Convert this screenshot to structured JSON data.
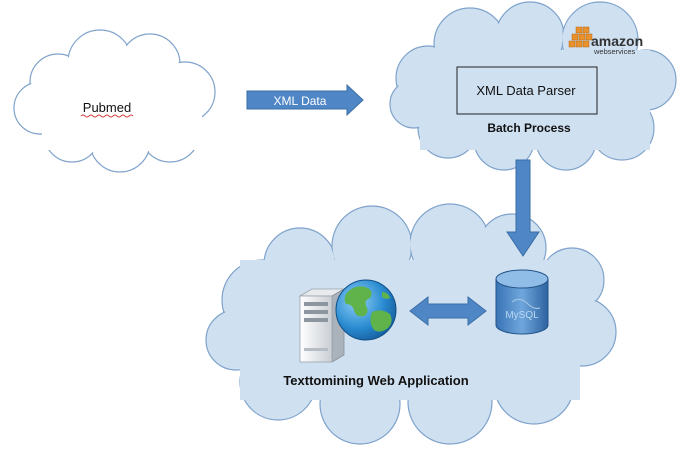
{
  "nodes": {
    "pubmed": {
      "label": "Pubmed"
    },
    "aws": {
      "logo_word": "amazon",
      "logo_sub": "webservices",
      "parser_label": "XML Data Parser",
      "group_label": "Batch Process"
    },
    "webapp": {
      "group_label": "Texttomining Web Application",
      "db_label": "MySQL"
    }
  },
  "edges": {
    "pubmed_to_aws": {
      "label": "XML Data"
    }
  },
  "colors": {
    "cloud_fill": "#cfe0f1",
    "cloud_stroke": "#7fa3cb",
    "arrow_fill": "#4f86c6",
    "arrow_stroke": "#3a6ea5",
    "aws_orange": "#e8912d"
  }
}
